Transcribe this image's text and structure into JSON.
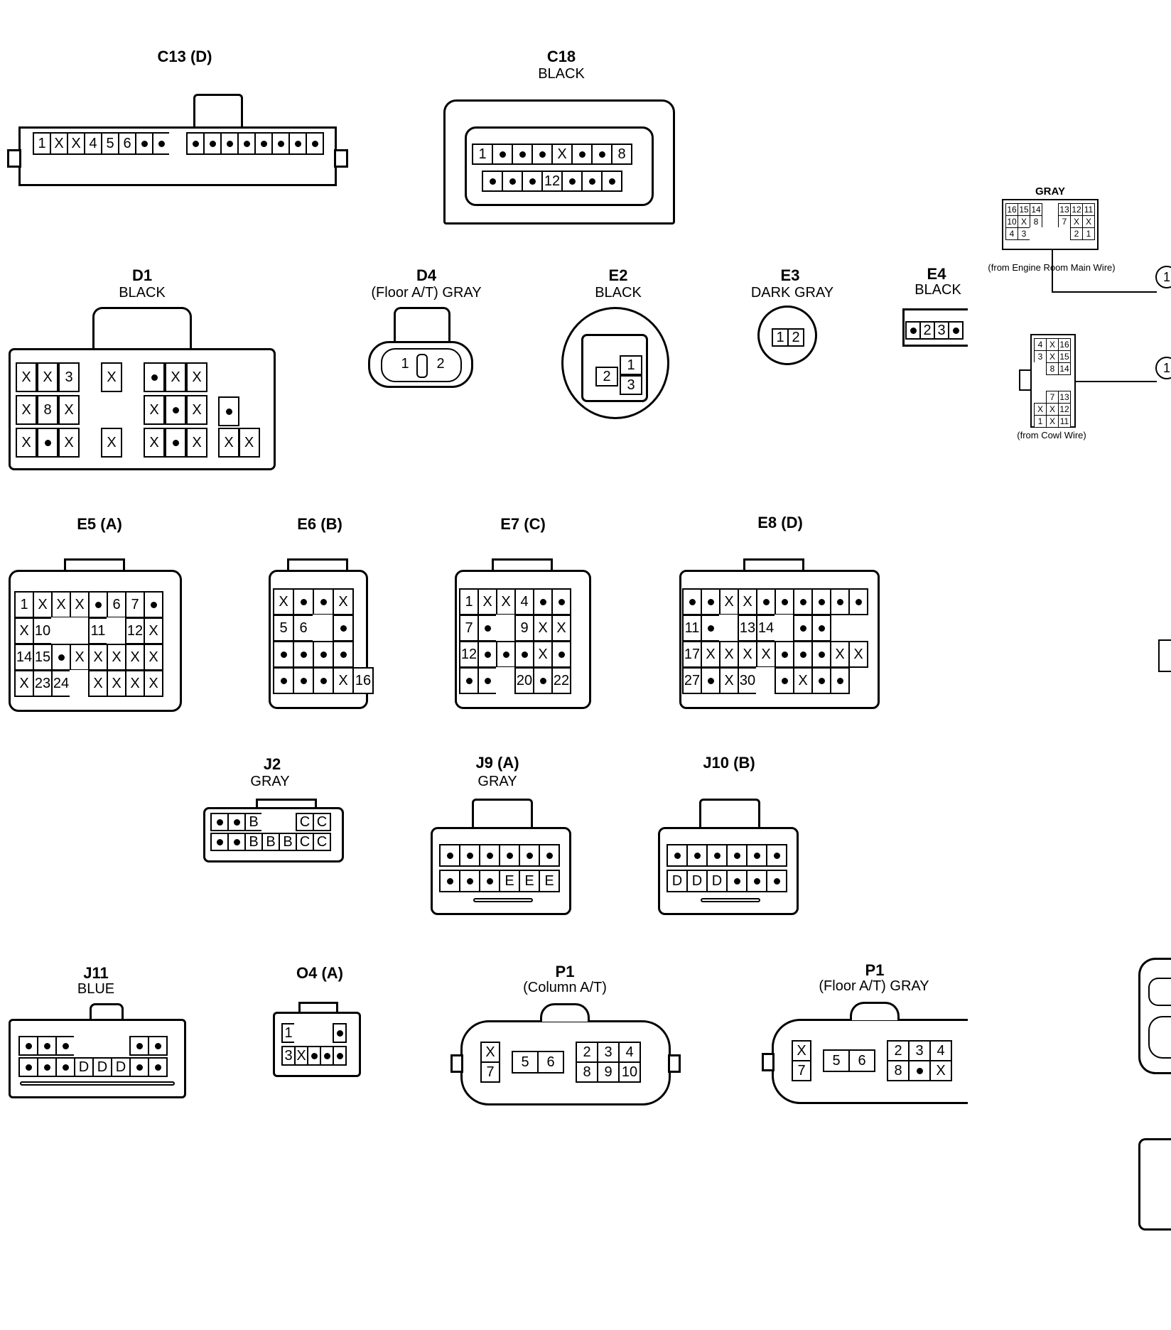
{
  "connectors": {
    "c13": {
      "id": "C13 (D)",
      "rows": [
        [
          "1",
          "X",
          "X",
          "4",
          "5",
          "6",
          "•",
          "•",
          "",
          "•",
          "•",
          "•",
          "•",
          "•",
          "•",
          "•",
          "•"
        ]
      ]
    },
    "c18": {
      "id": "C18",
      "color": "BLACK",
      "rows": [
        [
          "1",
          "•",
          "•",
          "•",
          "X",
          "•",
          "•",
          "8"
        ],
        [
          "•",
          "•",
          "•",
          "12",
          "•",
          "•",
          "•"
        ]
      ]
    },
    "d1": {
      "id": "D1",
      "color": "BLACK",
      "cells": [
        "X",
        "X",
        "3",
        "X",
        "•",
        "X",
        "X",
        "X",
        "8",
        "X",
        "X",
        "•",
        "X",
        "X",
        "•",
        "X",
        "X",
        "X",
        "•",
        "X",
        "•",
        "X",
        "X"
      ]
    },
    "d4": {
      "id": "D4",
      "note": "(Floor A/T)  GRAY",
      "pins": [
        "1",
        "2"
      ]
    },
    "e2": {
      "id": "E2",
      "color": "BLACK",
      "pins": [
        "2",
        "1",
        "3"
      ]
    },
    "e3": {
      "id": "E3",
      "color": "DARK GRAY",
      "pins": [
        "1",
        "2"
      ]
    },
    "e4": {
      "id": "E4",
      "color": "BLACK",
      "rows": [
        [
          "•",
          "2",
          "3",
          "•"
        ]
      ]
    },
    "gray_main": {
      "title": "GRAY",
      "caption": "(from Engine Room Main Wire)",
      "left": [
        [
          "16",
          "15",
          "14"
        ],
        [
          "10",
          "X",
          "8"
        ],
        [
          "4",
          "3",
          ""
        ]
      ],
      "right": [
        [
          "13",
          "12",
          "11"
        ],
        [
          "7",
          "X",
          "X"
        ],
        [
          "",
          "2",
          "1"
        ]
      ],
      "callout": "1"
    },
    "cowl": {
      "caption": "(from Cowl Wire)",
      "top": [
        [
          "4",
          "X",
          "16"
        ],
        [
          "3",
          "X",
          "15"
        ],
        [
          "",
          "8",
          "14"
        ]
      ],
      "bottom": [
        [
          "",
          "7",
          "13"
        ],
        [
          "X",
          "X",
          "12"
        ],
        [
          "1",
          "X",
          "11"
        ]
      ],
      "callout": "1"
    },
    "e5": {
      "id": "E5 (A)",
      "rows": [
        [
          "1",
          "X",
          "X",
          "X",
          "•",
          "6",
          "7",
          "•"
        ],
        [
          "X",
          "10",
          "",
          "",
          "11",
          "",
          "12",
          "X"
        ],
        [
          "14",
          "15",
          "•",
          "X",
          "X",
          "X",
          "X",
          "X"
        ],
        [
          "X",
          "23",
          "24",
          "",
          "X",
          "X",
          "X",
          "X"
        ]
      ]
    },
    "e6": {
      "id": "E6 (B)",
      "rows": [
        [
          "X",
          "•",
          "•",
          "X"
        ],
        [
          "5",
          "6",
          "",
          "•"
        ],
        [
          "•",
          "•",
          "•",
          "•"
        ],
        [
          "•",
          "•",
          "•",
          "X",
          "16"
        ]
      ]
    },
    "e7": {
      "id": "E7 (C)",
      "rows": [
        [
          "1",
          "X",
          "X",
          "4",
          "•",
          "•"
        ],
        [
          "7",
          "•",
          "",
          "9",
          "X",
          "X"
        ],
        [
          "12",
          "•",
          "•",
          "•",
          "X",
          "•"
        ],
        [
          "•",
          "•",
          "",
          "20",
          "•",
          "22"
        ]
      ]
    },
    "e8": {
      "id": "E8 (D)",
      "rows": [
        [
          "•",
          "•",
          "X",
          "X",
          "•",
          "•",
          "•",
          "•",
          "•",
          "•"
        ],
        [
          "11",
          "•",
          "",
          "13",
          "14",
          "",
          "•",
          "•"
        ],
        [
          "17",
          "X",
          "X",
          "X",
          "X",
          "•",
          "•",
          "•",
          "X",
          "X"
        ],
        [
          "27",
          "•",
          "X",
          "30",
          "",
          "•",
          "X",
          "•",
          "•"
        ]
      ]
    },
    "j2": {
      "id": "J2",
      "color": "GRAY",
      "rows": [
        [
          "•",
          "•",
          "B",
          "",
          "",
          "C",
          "C"
        ],
        [
          "•",
          "•",
          "B",
          "B",
          "B",
          "C",
          "C"
        ]
      ]
    },
    "j9": {
      "id": "J9 (A)",
      "color": "GRAY",
      "rows": [
        [
          "•",
          "•",
          "•",
          "•",
          "•",
          "•"
        ],
        [
          "•",
          "•",
          "•",
          "E",
          "E",
          "E"
        ]
      ]
    },
    "j10": {
      "id": "J10 (B)",
      "rows": [
        [
          "•",
          "•",
          "•",
          "•",
          "•",
          "•"
        ],
        [
          "D",
          "D",
          "D",
          "•",
          "•",
          "•"
        ]
      ]
    },
    "j11": {
      "id": "J11",
      "color": "BLUE",
      "rows": [
        [
          "•",
          "•",
          "•",
          "",
          "",
          "",
          "•",
          "•"
        ],
        [
          "•",
          "•",
          "•",
          "D",
          "D",
          "D",
          "•",
          "•"
        ]
      ]
    },
    "o4": {
      "id": "O4 (A)",
      "rows": [
        [
          "1",
          "",
          "",
          "",
          "•"
        ],
        [
          "3",
          "X",
          "•",
          "•",
          "•"
        ]
      ]
    },
    "p1c": {
      "id": "P1",
      "note": "(Column A/T)",
      "left": [
        "X",
        "7"
      ],
      "mid": [
        "5",
        "6"
      ],
      "right": [
        [
          "2",
          "3",
          "4"
        ],
        [
          "8",
          "9",
          "10"
        ]
      ]
    },
    "p1f": {
      "id": "P1",
      "note": "(Floor A/T)  GRAY",
      "left": [
        "X",
        "7"
      ],
      "mid": [
        "5",
        "6"
      ],
      "right": [
        [
          "2",
          "3",
          "4"
        ],
        [
          "8",
          "•",
          "X"
        ]
      ]
    }
  }
}
